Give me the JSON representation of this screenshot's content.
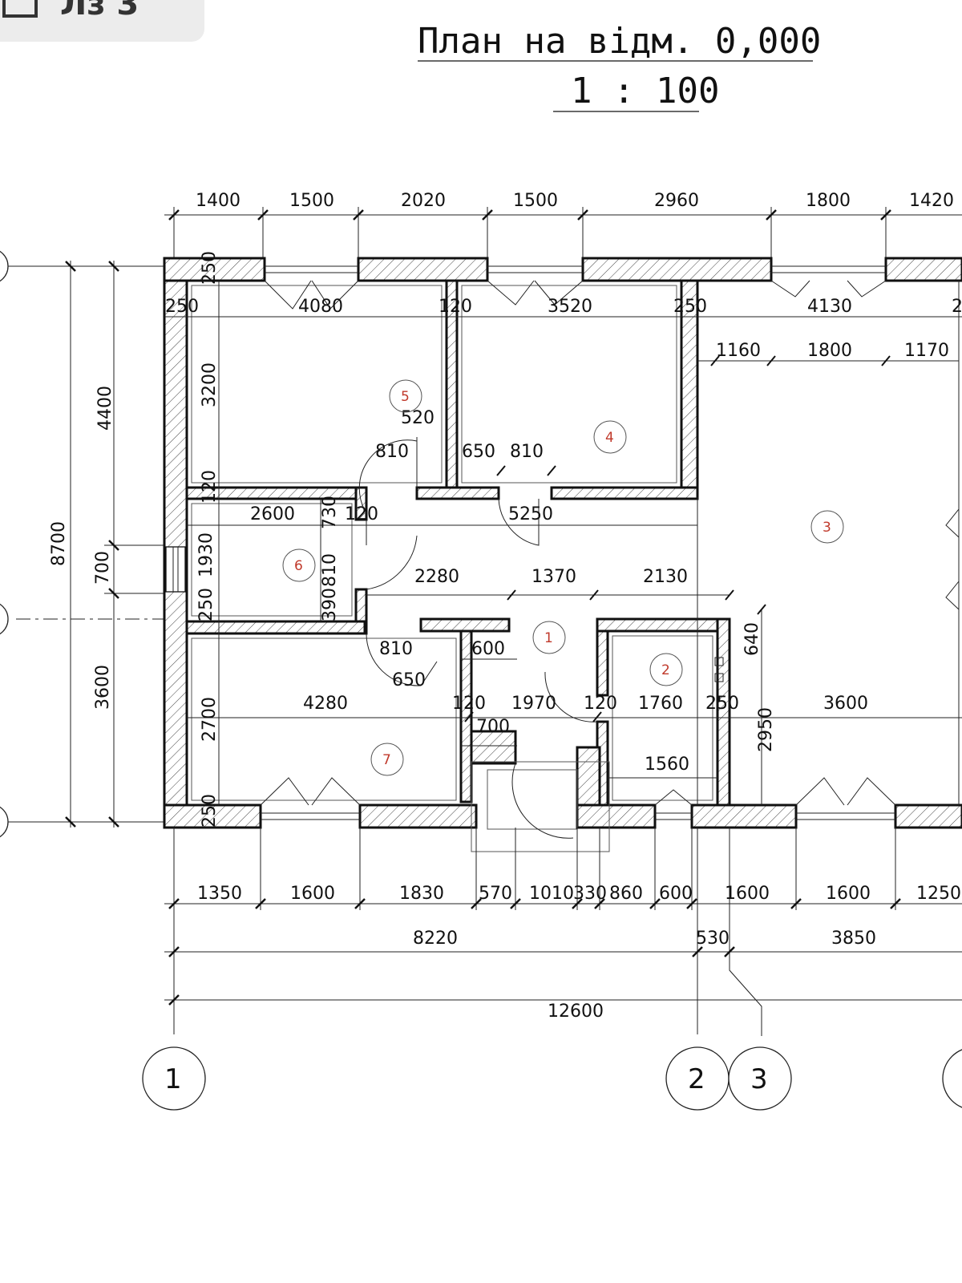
{
  "header": {
    "badge_text": "Лз 3",
    "title": "План на відм. 0,000",
    "scale": "1 : 100"
  },
  "dims_top": [
    "1400",
    "1500",
    "2020",
    "1500",
    "2960",
    "1800",
    "1420"
  ],
  "dims_left": {
    "d4400": "4400",
    "d8700": "8700",
    "d700": "700",
    "d3600": "3600"
  },
  "dims_inner": {
    "d250a": "250",
    "d4080": "4080",
    "d120a": "120",
    "d3520": "3520",
    "d250b": "250",
    "d4130": "4130",
    "d1160": "1160",
    "d1800b": "1800",
    "d1170": "1170",
    "d3200": "3200",
    "d520": "520",
    "d810a": "810",
    "d650a": "650",
    "d810b": "810",
    "d120b": "120",
    "d2600": "2600",
    "d730": "730",
    "d120c": "120",
    "d5250": "5250",
    "d1930": "1930",
    "d810c": "810",
    "d2280": "2280",
    "d1370": "1370",
    "d2130": "2130",
    "d390": "390",
    "d250c": "250",
    "d640": "640",
    "d810d": "810",
    "d600a": "600",
    "d650b": "650",
    "d4280": "4280",
    "d120d": "120",
    "d1970": "1970",
    "d120e": "120",
    "d1760": "1760",
    "d250d": "250",
    "d3600b": "3600",
    "d2950": "2950",
    "d2700": "2700",
    "d700b": "700",
    "d1560": "1560",
    "d250e": "250",
    "d250f": "250",
    "d250g": "250",
    "d2_right": "2"
  },
  "dims_bottom": [
    "1350",
    "1600",
    "1830",
    "570",
    "1010",
    "330",
    "860",
    "600",
    "1600",
    "1600",
    "1250"
  ],
  "dims_bottom2": {
    "d8220": "8220",
    "d530": "530",
    "d3850": "3850"
  },
  "dims_total": "12600",
  "rooms": [
    "1",
    "2",
    "3",
    "4",
    "5",
    "6",
    "7"
  ],
  "axes": [
    "1",
    "2",
    "3"
  ]
}
